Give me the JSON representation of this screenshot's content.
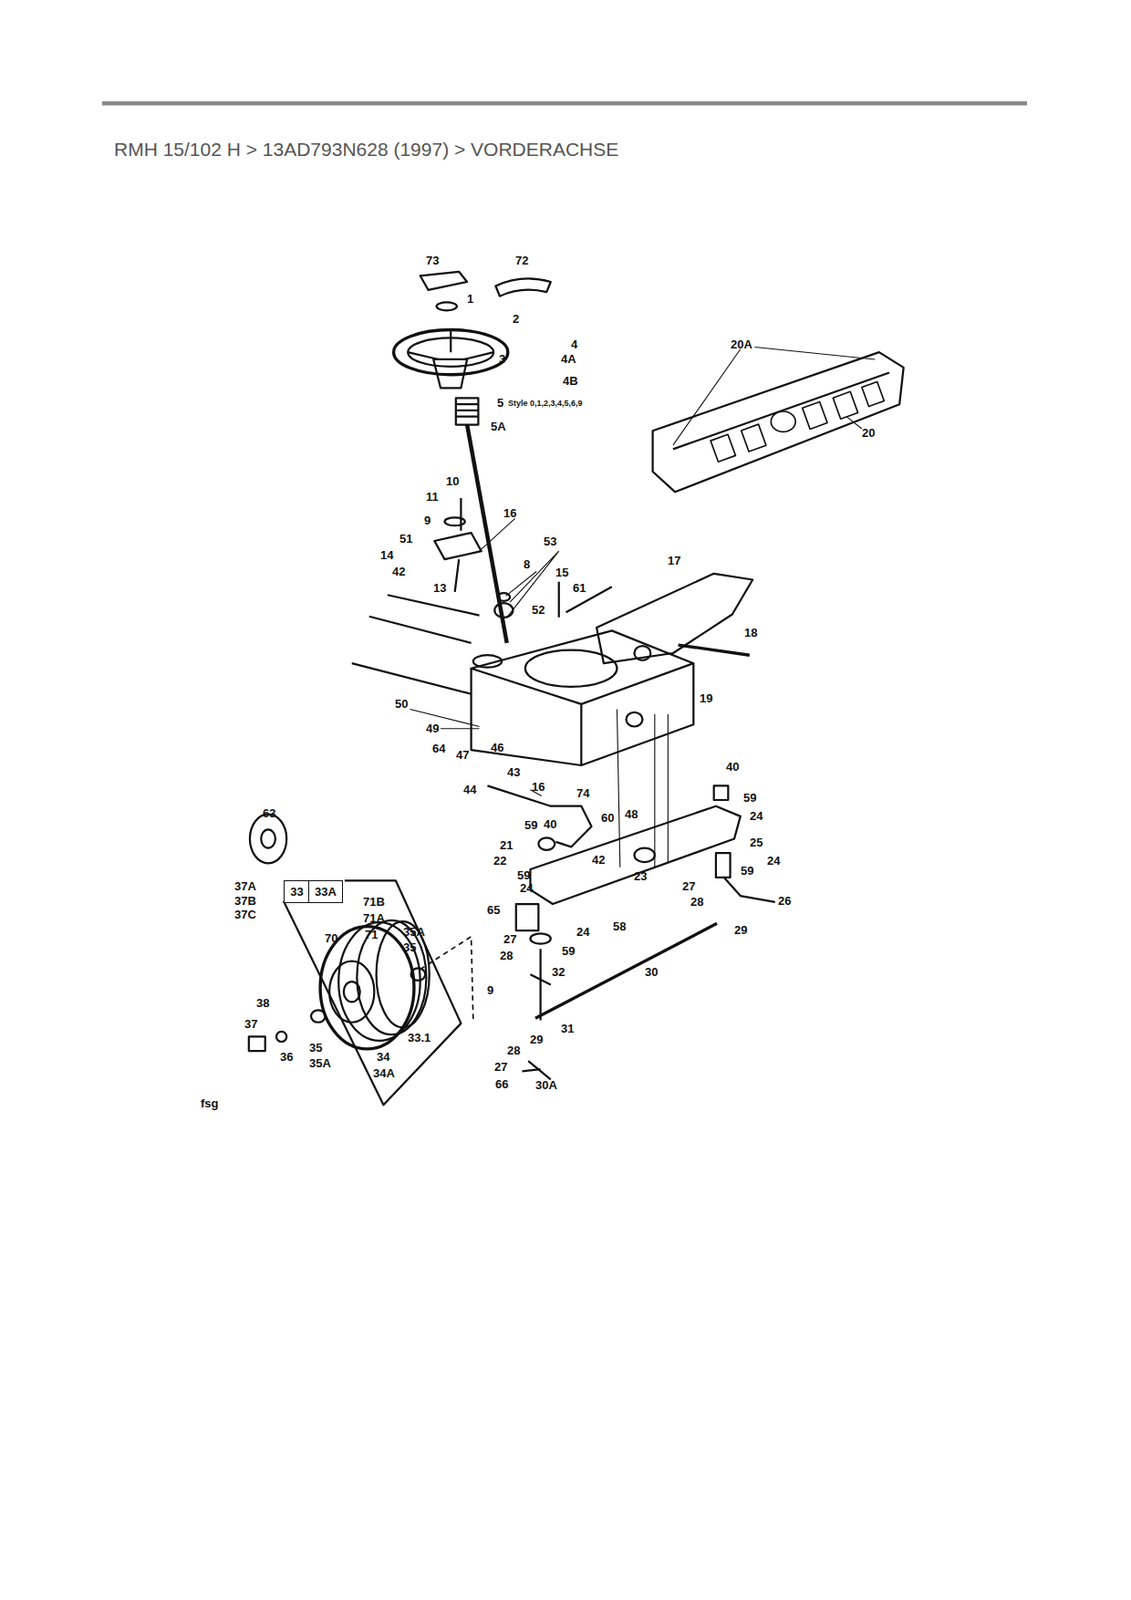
{
  "diagram": {
    "title": "RMH 15/102 H  >  13AD793N628 (1997)  >  VORDERACHSE",
    "nodes": [
      {
        "text": [
          "33"
        ]
      },
      {
        "text": [
          "33A"
        ]
      }
    ],
    "labels": [
      "73",
      "72",
      "1",
      "2",
      "4",
      "4A",
      "4B",
      "3",
      "5",
      "Style 0,1,2,3,4,5,6,9",
      "5A",
      "20A",
      "20",
      "10",
      "11",
      "9",
      "16",
      "51",
      "14",
      "42",
      "13",
      "53",
      "8",
      "15",
      "61",
      "17",
      "52",
      "18",
      "50",
      "19",
      "49",
      "64",
      "47",
      "46",
      "43",
      "44",
      "16",
      "74",
      "40",
      "59",
      "24",
      "63",
      "59",
      "40",
      "60",
      "48",
      "25",
      "21",
      "22",
      "42",
      "24",
      "59",
      "59",
      "24",
      "23",
      "27",
      "37A",
      "37B",
      "37C",
      "71B",
      "71A",
      "71",
      "26",
      "28",
      "65",
      "58",
      "35A",
      "24",
      "35",
      "70",
      "29",
      "27",
      "28",
      "59",
      "32",
      "30",
      "9",
      "38",
      "37",
      "33.1",
      "31",
      "29",
      "35",
      "35A",
      "36",
      "34",
      "34A",
      "28",
      "27",
      "30A",
      "66",
      "fsg"
    ]
  }
}
